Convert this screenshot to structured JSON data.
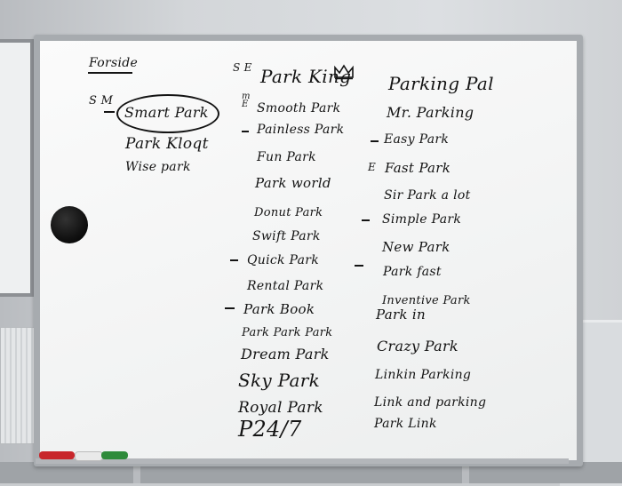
{
  "whiteboard": {
    "heading": "Forside",
    "initials": {
      "sm": "S M",
      "se": "S E",
      "me": "m\nE",
      "e": "E"
    },
    "column_left": [
      "Smart Park",
      "Park Kloqt",
      "Wise park"
    ],
    "column_middle": [
      "Park King",
      "Smooth Park",
      "Painless Park",
      "Fun Park",
      "Park world",
      "Donut Park",
      "Swift Park",
      "Quick Park",
      "Rental Park",
      "Park Book",
      "Park Park Park",
      "Dream Park",
      "Sky Park",
      "Royal Park",
      "P24/7"
    ],
    "column_right": [
      "Parking Pal",
      "Mr. Parking",
      "Easy Park",
      "Fast Park",
      "Sir Park a lot",
      "Simple Park",
      "New Park",
      "Park fast",
      "Inventive Park",
      "Park in",
      "Crazy Park",
      "Linkin Parking",
      "Link and parking",
      "Park Link"
    ]
  },
  "colors": {
    "ink": "#141414",
    "marker_red": "#c8262b",
    "marker_green": "#2e8b3a"
  }
}
